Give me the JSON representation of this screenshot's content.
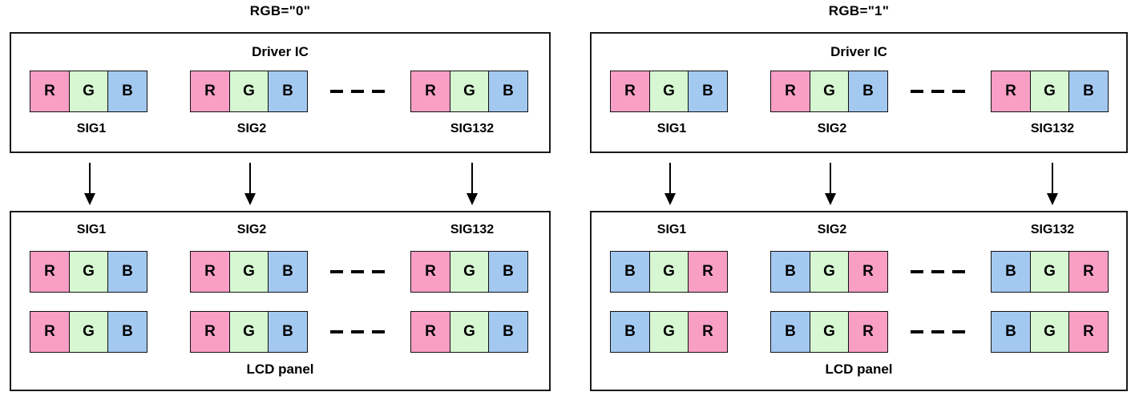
{
  "colors": {
    "R": "#F99FC5",
    "G": "#D7F7D2",
    "B": "#A3C9F1",
    "line": "#000000"
  },
  "panels": [
    {
      "title": "RGB=\"0\"",
      "driver_box": {
        "label": "Driver IC",
        "groups": [
          {
            "signal": "SIG1",
            "cells": [
              "R",
              "G",
              "B"
            ]
          },
          {
            "signal": "SIG2",
            "cells": [
              "R",
              "G",
              "B"
            ]
          },
          {
            "signal": "SIG132",
            "cells": [
              "R",
              "G",
              "B"
            ]
          }
        ]
      },
      "lcd_box": {
        "label": "LCD panel",
        "groups": [
          {
            "signal": "SIG1",
            "rows": [
              [
                "R",
                "G",
                "B"
              ],
              [
                "R",
                "G",
                "B"
              ]
            ]
          },
          {
            "signal": "SIG2",
            "rows": [
              [
                "R",
                "G",
                "B"
              ],
              [
                "R",
                "G",
                "B"
              ]
            ]
          },
          {
            "signal": "SIG132",
            "rows": [
              [
                "R",
                "G",
                "B"
              ],
              [
                "R",
                "G",
                "B"
              ]
            ]
          }
        ]
      }
    },
    {
      "title": "RGB=\"1\"",
      "driver_box": {
        "label": "Driver IC",
        "groups": [
          {
            "signal": "SIG1",
            "cells": [
              "R",
              "G",
              "B"
            ]
          },
          {
            "signal": "SIG2",
            "cells": [
              "R",
              "G",
              "B"
            ]
          },
          {
            "signal": "SIG132",
            "cells": [
              "R",
              "G",
              "B"
            ]
          }
        ]
      },
      "lcd_box": {
        "label": "LCD panel",
        "groups": [
          {
            "signal": "SIG1",
            "rows": [
              [
                "B",
                "G",
                "R"
              ],
              [
                "B",
                "G",
                "R"
              ]
            ]
          },
          {
            "signal": "SIG2",
            "rows": [
              [
                "B",
                "G",
                "R"
              ],
              [
                "B",
                "G",
                "R"
              ]
            ]
          },
          {
            "signal": "SIG132",
            "rows": [
              [
                "B",
                "G",
                "R"
              ],
              [
                "B",
                "G",
                "R"
              ]
            ]
          }
        ]
      }
    }
  ]
}
